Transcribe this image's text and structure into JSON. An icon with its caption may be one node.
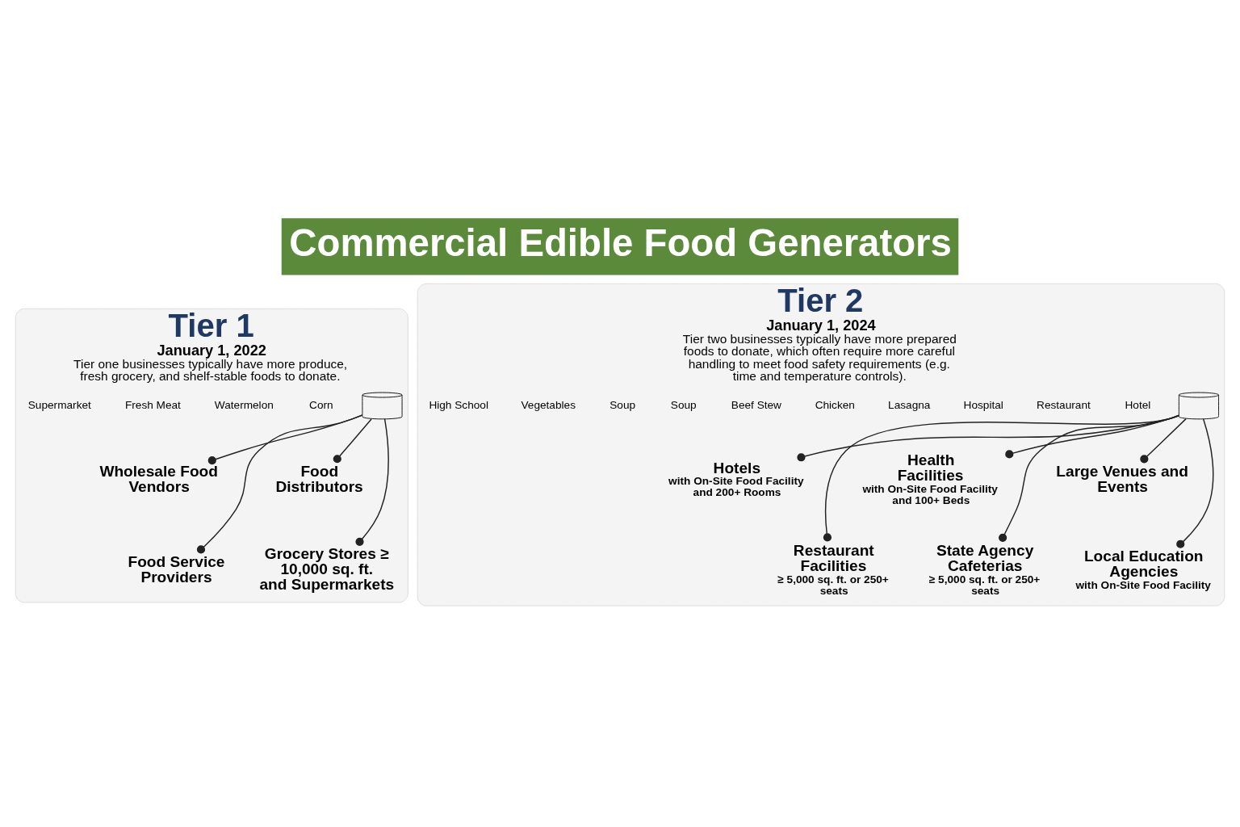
{
  "diagram": {
    "title": "Commercial Edible Food Generators",
    "nodes": [
      {
        "text": [
          "Tier 1",
          "January 1, 2022",
          "Tier one businesses typically have more produce, fresh grocery, and shelf-stable foods to donate."
        ]
      },
      {
        "text": [],
        "shape": "cylinder",
        "in": 0
      },
      {
        "text": [
          "Wholesale Food Vendors"
        ],
        "in": 0
      },
      {
        "text": [
          "Food Service Providers"
        ],
        "in": 0
      },
      {
        "text": [
          "Food Distributors"
        ],
        "in": 0
      },
      {
        "text": [
          "Grocery Stores ≥ 10,000 sq. ft. and Supermarkets"
        ],
        "in": 0
      },
      {
        "text": [
          "Tier 2",
          "January 1, 2024",
          "Tier two businesses typically have more prepared foods to donate, which often require more careful handling to meet food safety requirements (e.g. time and temperature controls)."
        ]
      },
      {
        "text": [],
        "shape": "cylinder",
        "in": 6
      },
      {
        "text": [
          "Hotels",
          "with On-Site Food Facility and 200+ Rooms"
        ],
        "in": 6
      },
      {
        "text": [
          "Restaurant Facilities",
          "≥ 5,000 sq. ft. or 250+ seats"
        ],
        "in": 6
      },
      {
        "text": [
          "Health Facilities",
          "with On-Site Food Facility and 100+ Beds"
        ],
        "in": 6
      },
      {
        "text": [
          "State Agency Cafeterias",
          "≥ 5,000 sq. ft. or 250+ seats"
        ],
        "in": 6
      },
      {
        "text": [
          "Large Venues and Events"
        ],
        "in": 6
      },
      {
        "text": [
          "Local Education Agencies",
          "with On-Site Food Facility"
        ],
        "in": 6
      }
    ],
    "edges": [
      {
        "from": 1,
        "to": 2,
        "arrow": "other"
      },
      {
        "from": 1,
        "to": 3,
        "arrow": "other"
      },
      {
        "from": 1,
        "to": 4,
        "arrow": "other"
      },
      {
        "from": 1,
        "to": 5,
        "arrow": "other"
      },
      {
        "from": 7,
        "to": 8,
        "arrow": "other"
      },
      {
        "from": 7,
        "to": 9,
        "arrow": "other"
      },
      {
        "from": 7,
        "to": 10,
        "arrow": "other"
      },
      {
        "from": 7,
        "to": 11,
        "arrow": "other"
      },
      {
        "from": 7,
        "to": 12,
        "arrow": "other"
      },
      {
        "from": 7,
        "to": 13,
        "arrow": "other"
      }
    ],
    "labels": [
      "Corn",
      "Watermelon",
      "Fresh Meat",
      "Supermarket",
      "Hotel",
      "Restaurant",
      "Hospital",
      "Lasagna",
      "Chicken",
      "Beef Stew",
      "Soup",
      "Soup",
      "Vegetables",
      "High School"
    ]
  }
}
